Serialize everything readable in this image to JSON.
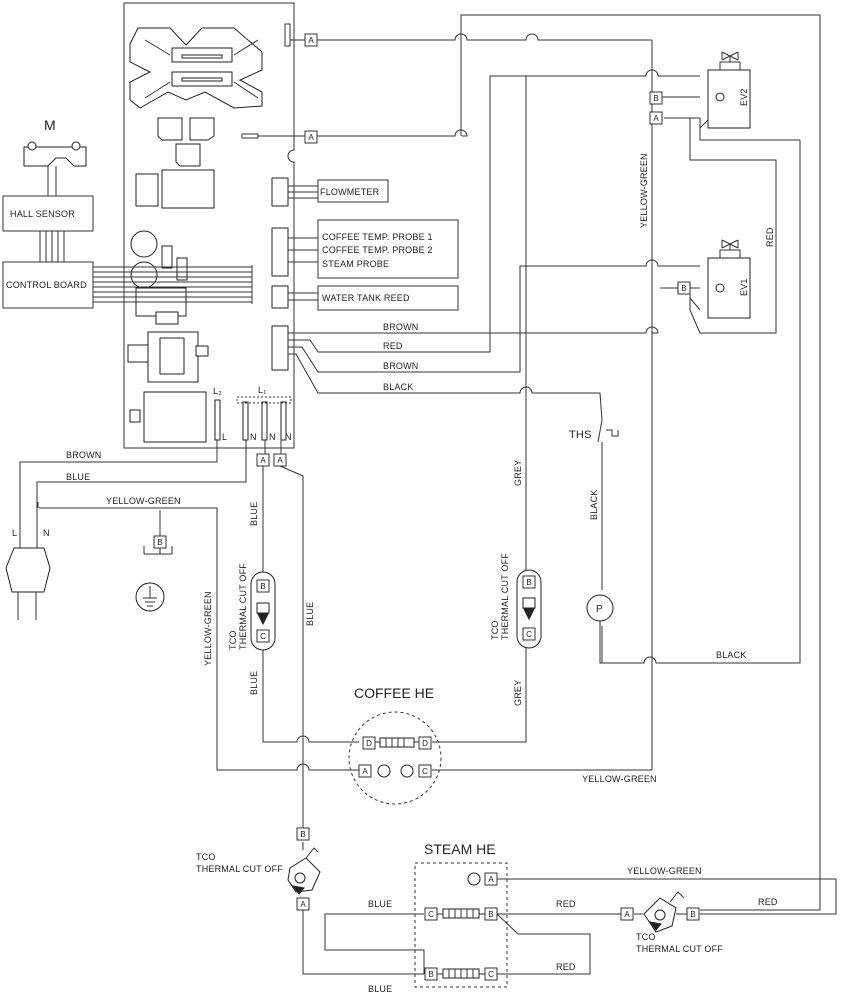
{
  "motor": {
    "label": "M"
  },
  "hall_sensor": {
    "label": "HALL SENSOR"
  },
  "control_board": {
    "label": "CONTROL BOARD"
  },
  "board_ports": {
    "flowmeter": "FLOWMETER",
    "probe1": "COFFEE TEMP. PROBE 1",
    "probe2": "COFFEE TEMP. PROBE 2",
    "probe3": "STEAM PROBE",
    "reed": "WATER TANK REED"
  },
  "terminals": {
    "l2": "L₂",
    "l1": "L₁",
    "l": "L",
    "n1": "N",
    "n2": "N",
    "n3": "N"
  },
  "wires": {
    "brown": "BROWN",
    "red": "RED",
    "brown2": "BROWN",
    "black": "BLACK",
    "brown_plug": "BROWN",
    "blue_plug": "BLUE",
    "yg_plug": "YELLOW-GREEN",
    "blue_a": "BLUE",
    "blue_b": "BLUE",
    "blue_c": "BLUE",
    "yg_left": "YELLOW-GREEN",
    "grey_top": "GREY",
    "grey_bottom": "GREY",
    "black_ths": "BLACK",
    "black_bottom": "BLACK",
    "yg_ev": "YELLOW-GREEN",
    "red_ev": "RED",
    "yg_bottom": "YELLOW-GREEN",
    "yg_steam": "YELLOW-GREEN",
    "blue_steam1": "BLUE",
    "blue_steam2": "BLUE",
    "red_steam1": "RED",
    "red_steam2": "RED",
    "red_steam3": "RED"
  },
  "plug": {
    "l": "L",
    "n": "N"
  },
  "components": {
    "ths": "THS",
    "pump": "P",
    "ev1": "EV1",
    "ev2": "EV2",
    "coffee_he": "COFFEE HE",
    "steam_he": "STEAM HE",
    "tco_left_1": "TCO",
    "tco_left_2": "THERMAL CUT OFF",
    "tco_mid_1": "TCO",
    "tco_mid_2": "THERMAL CUT OFF",
    "tco_bottom_1": "TCO",
    "tco_bottom_2": "THERMAL CUT OFF",
    "tco_right_1": "TCO",
    "tco_right_2": "THERMAL CUT OFF"
  },
  "connectors": {
    "a": "A",
    "b": "B",
    "c": "C",
    "d": "D"
  }
}
